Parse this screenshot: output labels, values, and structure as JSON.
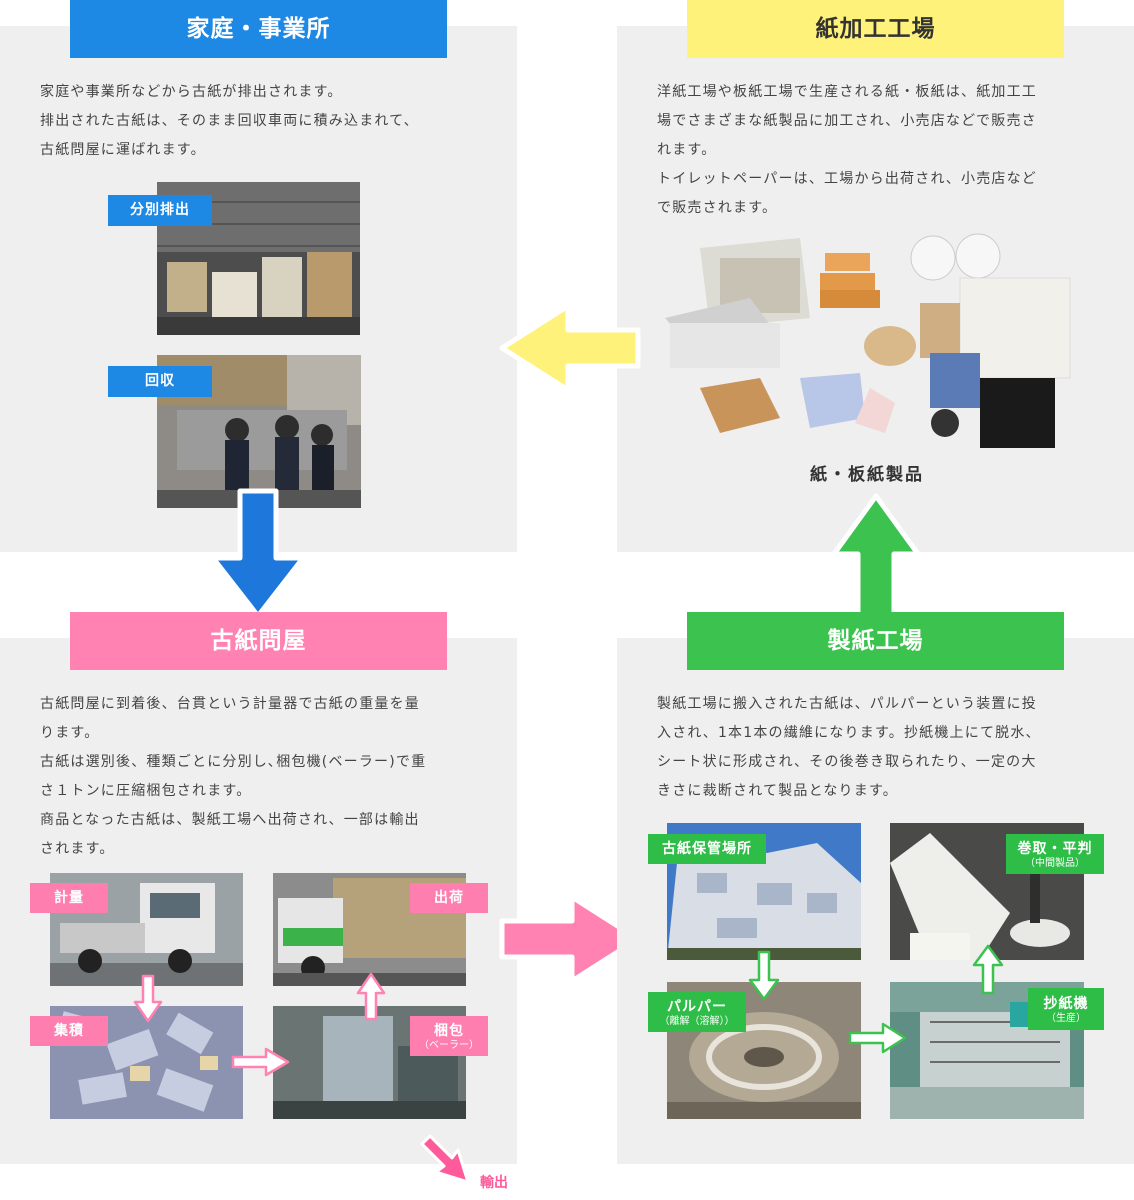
{
  "households": {
    "title": "家庭・事業所",
    "description": "家庭や事業所などから古紙が排出されます。\n排出された古紙は、そのまま回収車両に積み込まれて、\n古紙問屋に運ばれます。",
    "photos": [
      {
        "label": "分別排出"
      },
      {
        "label": "回収"
      }
    ]
  },
  "paper_converting_factory": {
    "title": "紙加工工場",
    "description": "洋紙工場や板紙工場で生産される紙・板紙は、紙加工工\n場でさまざまな紙製品に加工され、小売店などで販売さ\nれます。\nトイレットペーパーは、工場から出荷され、小売店など\nで販売されます。",
    "products_caption": "紙・板紙製品"
  },
  "wastepaper_dealer": {
    "title": "古紙問屋",
    "description": "古紙問屋に到着後、台貫という計量器で古紙の重量を量\nります。\n古紙は選別後、種類ごとに分別し､梱包機(ベーラー)で重\nさ１トンに圧縮梱包されます。\n商品となった古紙は、製紙工場へ出荷され、一部は輸出\nされます。",
    "photos": [
      {
        "label": "計量"
      },
      {
        "label": "出荷"
      },
      {
        "label": "集積"
      },
      {
        "label": "梱包",
        "sublabel": "（ベーラー）"
      }
    ],
    "export_label": "輸出"
  },
  "paper_mill": {
    "title": "製紙工場",
    "description": "製紙工場に搬入された古紙は、パルパーという装置に投\n入され、1本1本の繊維になります。抄紙機上にて脱水、\nシート状に形成され、その後巻き取られたり、一定の大\nきさに裁断されて製品となります。",
    "photos": [
      {
        "label": "古紙保管場所"
      },
      {
        "label": "巻取・平判",
        "sublabel": "（中間製品）"
      },
      {
        "label": "パルパー",
        "sublabel": "（離解（溶解））"
      },
      {
        "label": "抄紙機",
        "sublabel": "（生産）"
      }
    ]
  },
  "colors": {
    "panel_bg": "#efefef",
    "blue": "#1e88e5",
    "yellow": "#fff27a",
    "pink": "#ff82b2",
    "green": "#3cc24f"
  }
}
